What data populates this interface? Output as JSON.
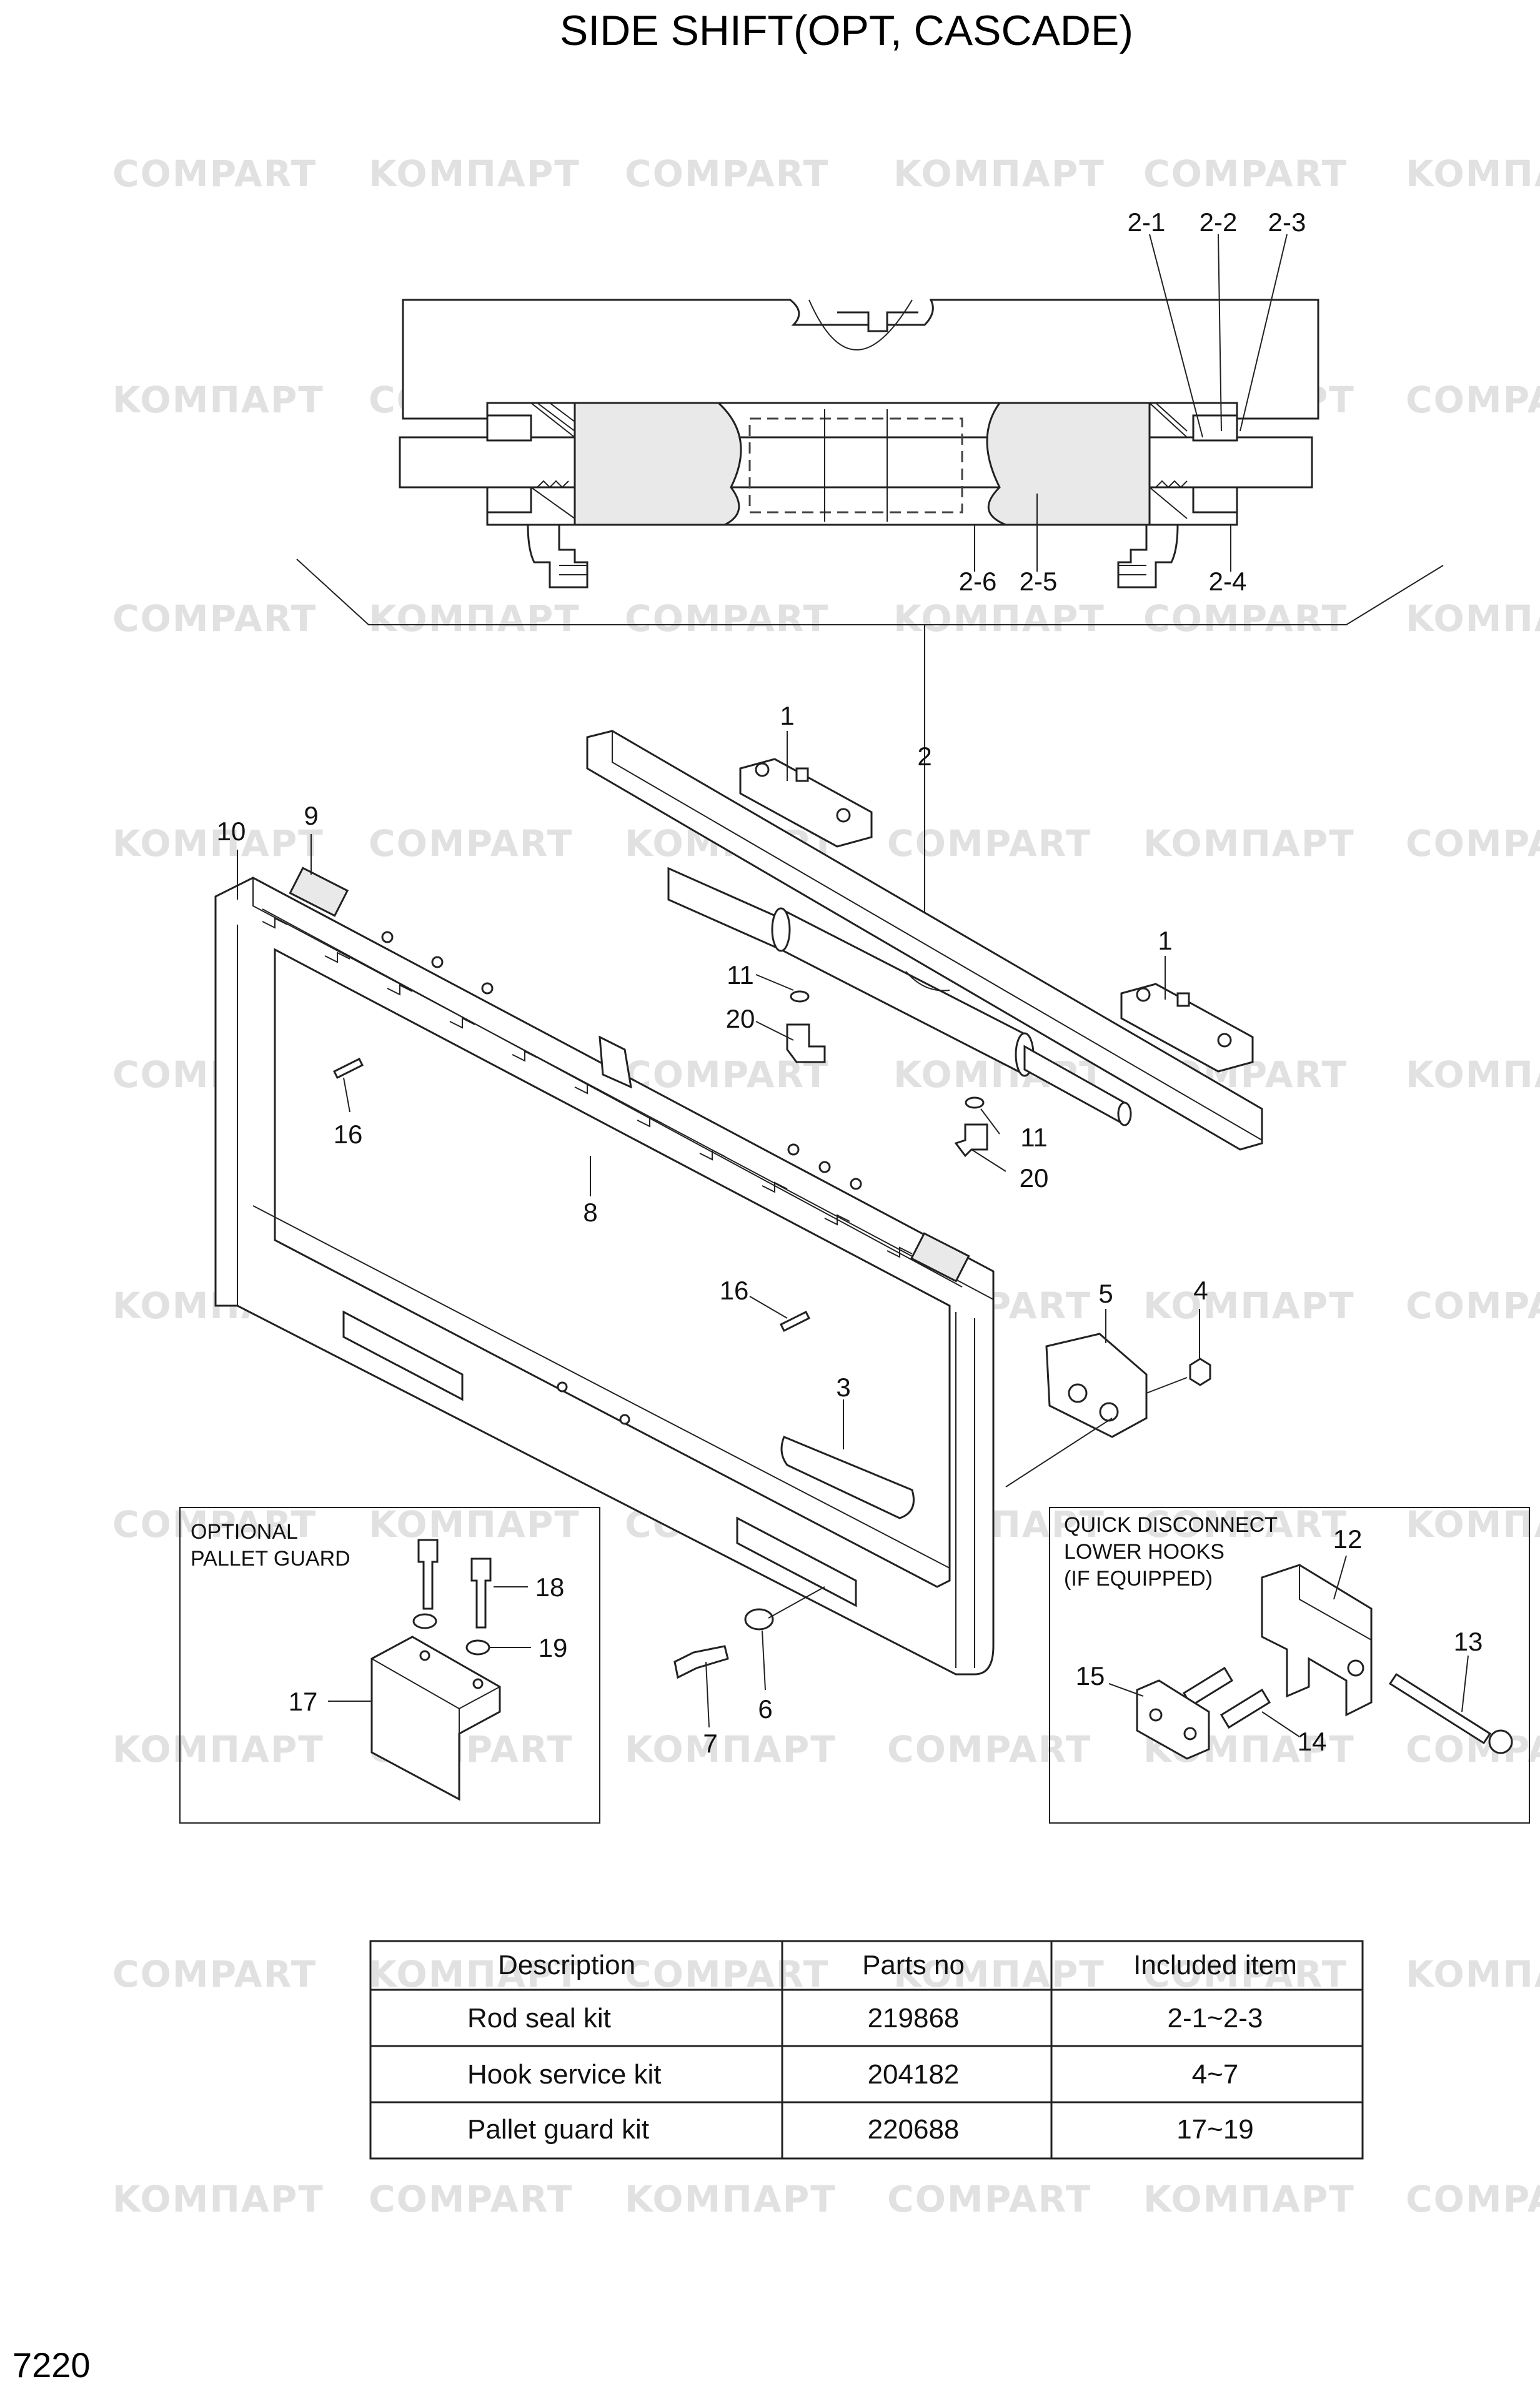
{
  "title": "SIDE SHIFT(OPT, CASCADE)",
  "page_number": "7220",
  "watermarks": [
    "KOMПАРТ",
    "COMPART"
  ],
  "callouts": {
    "c2_1": "2-1",
    "c2_2": "2-2",
    "c2_3": "2-3",
    "c2_4": "2-4",
    "c2_5": "2-5",
    "c2_6": "2-6",
    "c1a": "1",
    "c1b": "1",
    "c2": "2",
    "c3": "3",
    "c4": "4",
    "c5": "5",
    "c6": "6",
    "c7": "7",
    "c8": "8",
    "c9": "9",
    "c10": "10",
    "c11a": "11",
    "c11b": "11",
    "c12": "12",
    "c13": "13",
    "c14": "14",
    "c15": "15",
    "c16a": "16",
    "c16b": "16",
    "c17": "17",
    "c18": "18",
    "c19": "19",
    "c20a": "20",
    "c20b": "20"
  },
  "inset_left": {
    "line1": "OPTIONAL",
    "line2": "PALLET GUARD"
  },
  "inset_right": {
    "line1": "QUICK DISCONNECT",
    "line2": "LOWER HOOKS",
    "line3": "(IF EQUIPPED)"
  },
  "table": {
    "headers": [
      "Description",
      "Parts no",
      "Included item"
    ],
    "rows": [
      [
        "Rod seal kit",
        "219868",
        "2-1~2-3"
      ],
      [
        "Hook service kit",
        "204182",
        "4~7"
      ],
      [
        "Pallet guard kit",
        "220688",
        "17~19"
      ]
    ]
  }
}
